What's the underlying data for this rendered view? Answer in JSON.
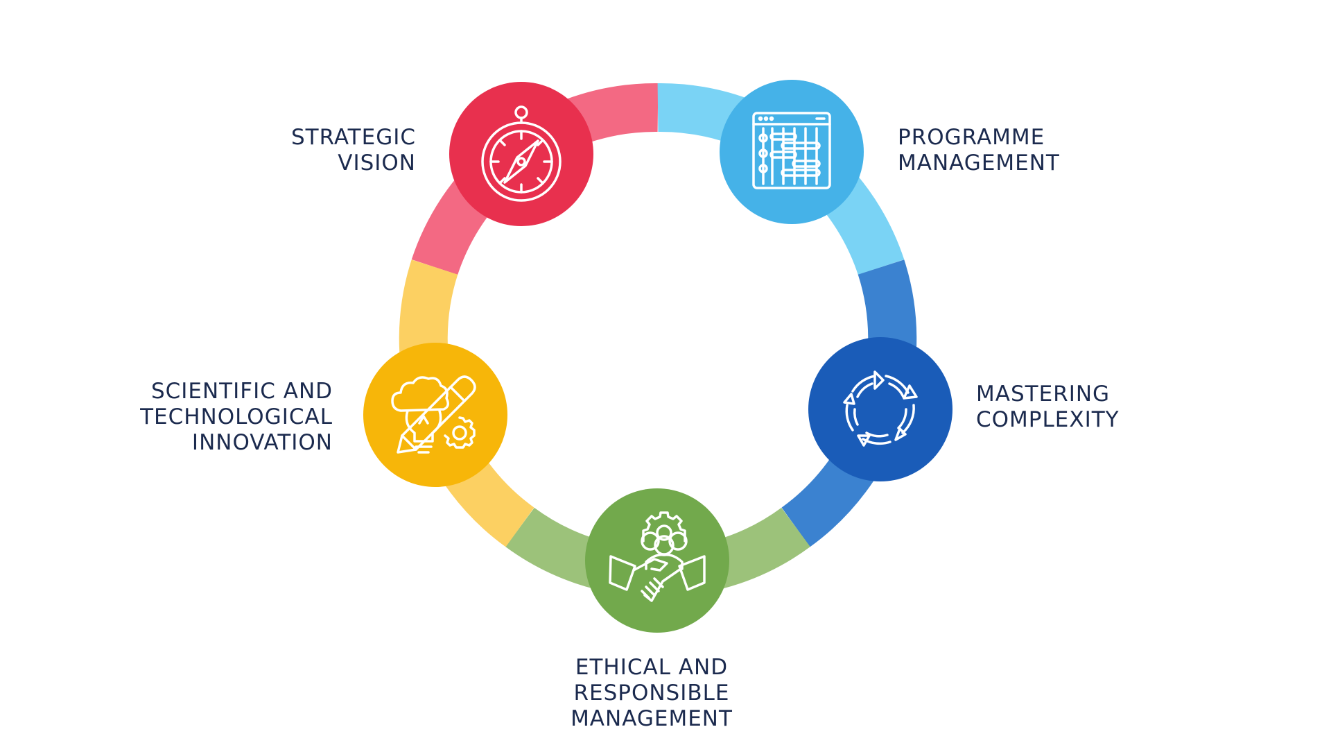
{
  "diagram": {
    "colors": {
      "strategic_arc": "#f36983",
      "strategic_circle": "#e8304e",
      "programme_arc": "#7ad3f5",
      "programme_circle": "#45b2e8",
      "mastering_arc": "#3b82d0",
      "mastering_circle": "#1a5cb8",
      "ethical_arc": "#9cc27a",
      "ethical_circle": "#72a94c",
      "scientific_arc": "#fcd062",
      "scientific_circle": "#f7b609",
      "label_text": "#1b2a4e"
    },
    "nodes": [
      {
        "id": "strategic",
        "icon": "compass-icon",
        "label_lines": [
          "STRATEGIC",
          "VISION"
        ]
      },
      {
        "id": "programme",
        "icon": "abacus-window-icon",
        "label_lines": [
          "PROGRAMME",
          "MANAGEMENT"
        ]
      },
      {
        "id": "mastering",
        "icon": "cycle-arrows-icon",
        "label_lines": [
          "MASTERING",
          "COMPLEXITY"
        ]
      },
      {
        "id": "ethical",
        "icon": "handshake-team-gear-icon",
        "label_lines": [
          "ETHICAL AND",
          "RESPONSIBLE",
          "MANAGEMENT"
        ]
      },
      {
        "id": "scientific",
        "icon": "lightbulb-pencil-gear-icon",
        "label_lines": [
          "SCIENTIFIC AND",
          "TECHNOLOGICAL",
          "INNOVATION"
        ]
      }
    ]
  }
}
